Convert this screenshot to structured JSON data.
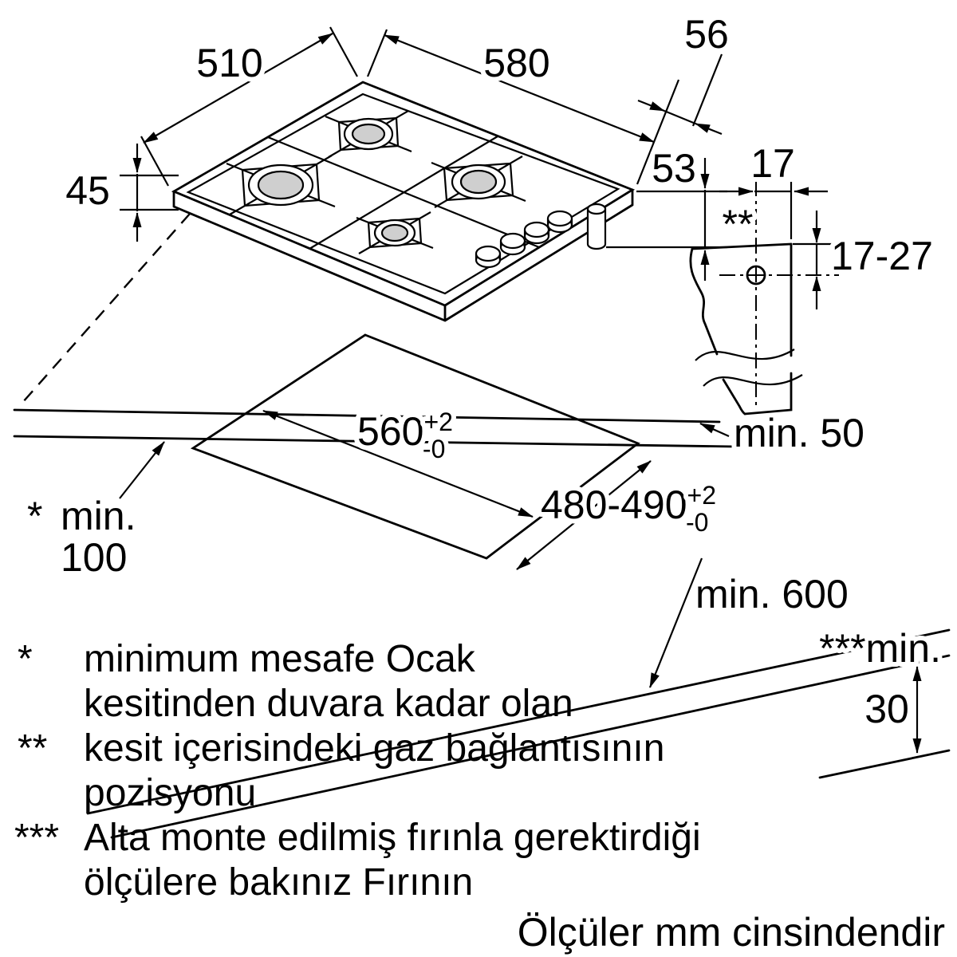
{
  "hob_dimensions": {
    "width": "580",
    "depth": "510",
    "height": "45",
    "height_with_gas_connection": "53",
    "gas_connection_offset": "56"
  },
  "gas_connection_detail": {
    "marker": "**",
    "offset_from_edge": "17",
    "depth_below_top": "17-27"
  },
  "worktop": {
    "cutout_width": "560",
    "cutout_width_tol_upper": "+2",
    "cutout_width_tol_lower": "-0",
    "cutout_depth": "480-490",
    "cutout_depth_tol_upper": "+2",
    "cutout_depth_tol_lower": "-0",
    "min_distance_back": "min. 50",
    "side_clearance_marker": "*",
    "side_clearance_label": "min.",
    "side_clearance_value": "100",
    "worktop_depth": "min. 600",
    "clearance_below_label": "***min.",
    "clearance_below_value": "30"
  },
  "footnotes": [
    {
      "marker": "*",
      "line1": "minimum mesafe Ocak",
      "line2": "kesitinden duvara kadar olan"
    },
    {
      "marker": "**",
      "line1": "kesit içerisindeki gaz bağlantısının",
      "line2": "pozisyonu"
    },
    {
      "marker": "***",
      "line1": "Alta monte edilmiş fırınla gerektirdiği",
      "line2": "ölçülere bakınız Fırının"
    }
  ],
  "units_note": "Ölçüler mm cinsindendir",
  "colors": {
    "line": "#000000",
    "background": "#ffffff",
    "burner_cap": "#cfcfcf"
  }
}
